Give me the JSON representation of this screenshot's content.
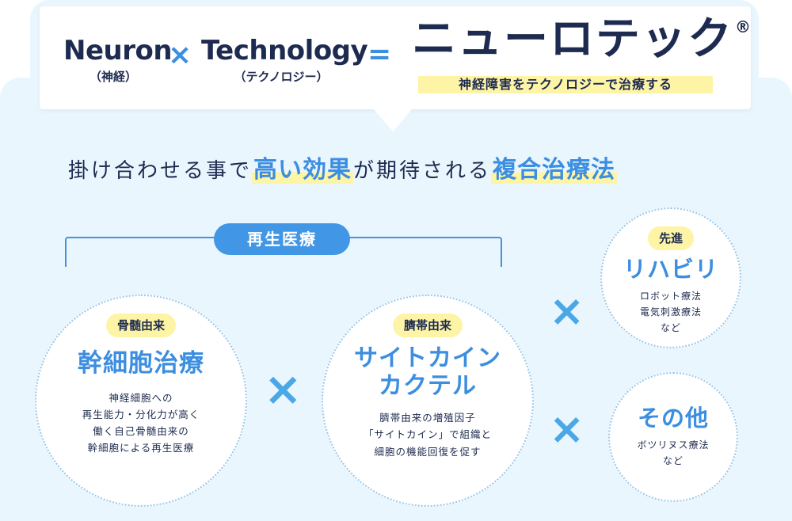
{
  "header": {
    "term1_en": "Neuron",
    "term1_ja": "（神経）",
    "times": "×",
    "term2_en": "Technology",
    "term2_ja": "（テクノロジー）",
    "equals": "=",
    "brand": "ニューロテック",
    "registered": "®",
    "brand_tagline": "神経障害をテクノロジーで治療する"
  },
  "headline": {
    "part1": "掛け合わせる事で",
    "highlight1": "高い効果",
    "part2": "が期待される",
    "highlight2": "複合治療法"
  },
  "group_label": "再生医療",
  "operator": "×",
  "cards": [
    {
      "tag": "骨髄由来",
      "title": "幹細胞治療",
      "desc": [
        "神経細胞への",
        "再生能力・分化力が高く",
        "働く自己骨髄由来の",
        "幹細胞による再生医療"
      ]
    },
    {
      "tag": "臍帯由来",
      "title_lines": [
        "サイトカイン",
        "カクテル"
      ],
      "desc": [
        "臍帯由来の増殖因子",
        "「サイトカイン」で組織と",
        "細胞の機能回復を促す"
      ]
    },
    {
      "tag": "先進",
      "title": "リハビリ",
      "desc": [
        "ロボット療法",
        "電気刺激療法",
        "など"
      ]
    },
    {
      "title": "その他",
      "desc": [
        "ボツリヌス療法",
        "など"
      ]
    }
  ],
  "colors": {
    "navy": "#1e2b50",
    "accent_blue": "#3c8ee0",
    "highlight_yellow": "#fdf4a6",
    "panel_bg": "#eaf6fd"
  }
}
